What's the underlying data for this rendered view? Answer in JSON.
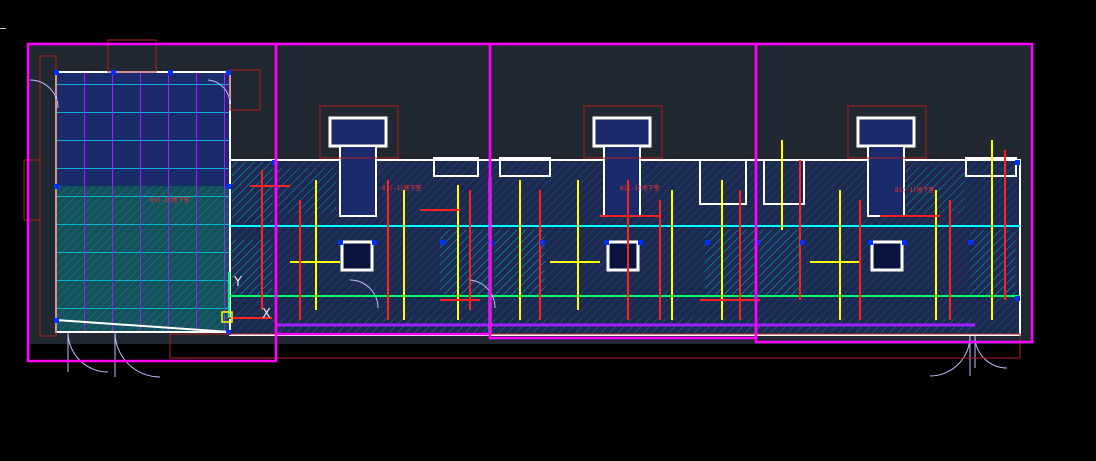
{
  "canvas": {
    "background": "#000000",
    "model_space_fill": "#222831"
  },
  "colors": {
    "boundary": "#ff00ff",
    "wall": "#ffffff",
    "beam_cyan": "#00ffff",
    "beam_green": "#00ff60",
    "column": "#0030ff",
    "axis_yellow": "#ffff00",
    "axis_red": "#ff2020",
    "hatch": "#00b0c0",
    "slab": "#1a2a6a",
    "outline_red": "#b02020",
    "purple": "#a020ff"
  },
  "room_labels": [
    "B1(-1)地下室",
    "B1(-1)地下室",
    "B1(-1)地下室",
    "B1(-1)地下室"
  ],
  "ucs": {
    "x_label": "X",
    "y_label": "Y"
  },
  "icons": [
    "ucs-axis-icon",
    "door-swing-icon",
    "crosshair-cursor-icon"
  ]
}
